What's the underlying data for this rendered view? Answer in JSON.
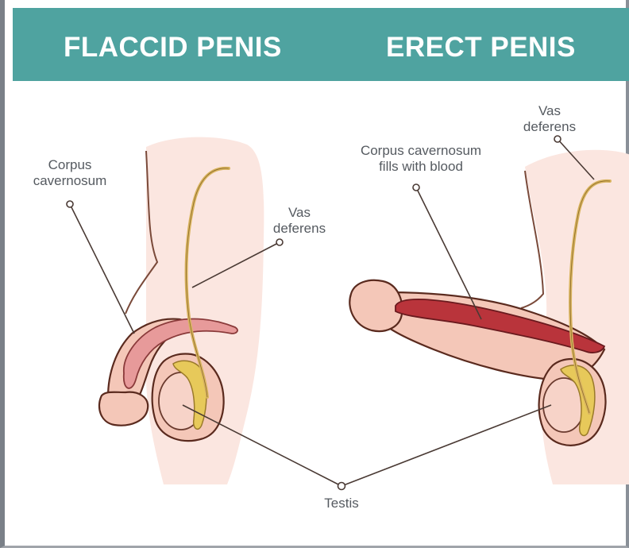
{
  "headings": {
    "flaccid": "FLACCID PENIS",
    "erect": "ERECT PENIS"
  },
  "labels": {
    "corpus_cavernosum_flaccid": "Corpus\ncavernosum",
    "vas_deferens_flaccid": "Vas\ndeferens",
    "corpus_cavernosum_erect": "Corpus cavernosum\nfills with blood",
    "vas_deferens_erect": "Vas\ndeferens",
    "testis": "Testis"
  },
  "colors": {
    "banner": "#4fa3a0",
    "body_silhouette": "#fbe6e0",
    "skin": "#f4c7b8",
    "corpus_cavernosum_flaccid": "#e79a9a",
    "corpus_cavernosum_erect": "#b9343b",
    "vas_deferens": "#d9b45f",
    "epididymis": "#e7c95a",
    "outline": "#5a2a1e",
    "leader_line": "#4a3a34"
  }
}
